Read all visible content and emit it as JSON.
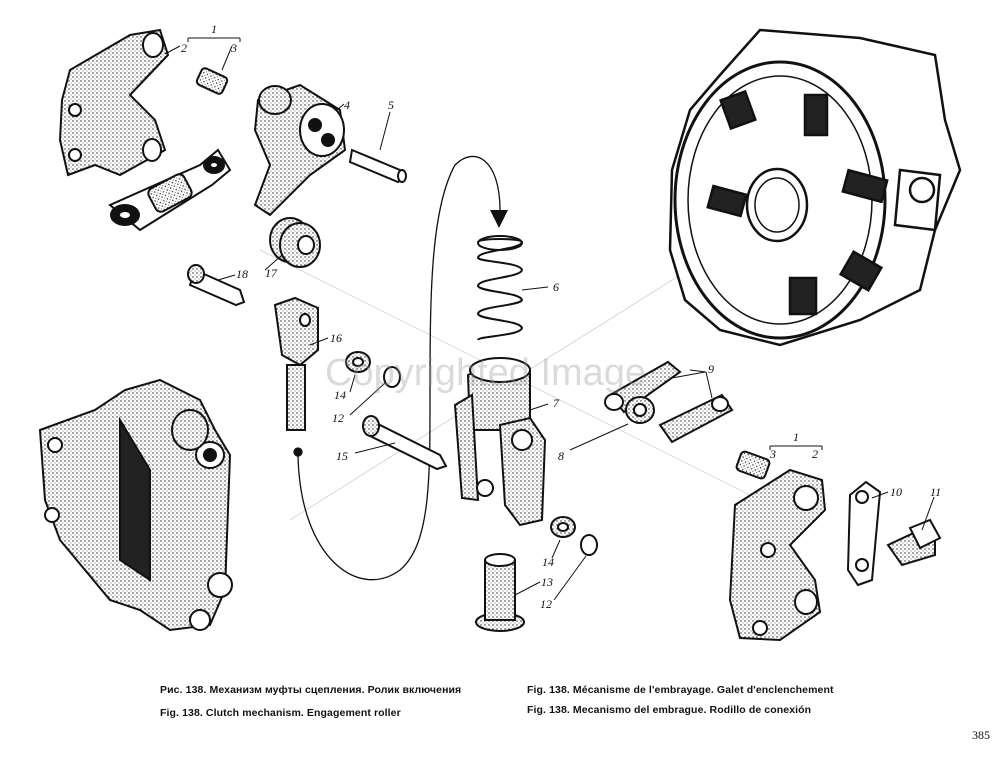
{
  "watermark": "Copyrighted Image",
  "captions": {
    "ru": "Рис. 138. Механизм муфты сцепления. Ролик включения",
    "en": "Fig. 138. Clutch mechanism. Engagement roller",
    "fr": "Fig. 138. Mécanisme de l'embrayage. Galet d'enclenchement",
    "es": "Fig. 138. Mecanismo del embrague. Rodillo de conexión"
  },
  "page_number": "385",
  "labels": {
    "l1a": "1",
    "l2a": "2",
    "l3a": "3",
    "l4": "4",
    "l5": "5",
    "l6": "6",
    "l7": "7",
    "l8": "8",
    "l9": "9",
    "l1b": "1",
    "l3b": "3",
    "l2b": "2",
    "l10": "10",
    "l11": "11",
    "l12a": "12",
    "l12b": "12",
    "l13": "13",
    "l14a": "14",
    "l14b": "14",
    "l15": "15",
    "l16": "16",
    "l17": "17",
    "l18": "18"
  }
}
